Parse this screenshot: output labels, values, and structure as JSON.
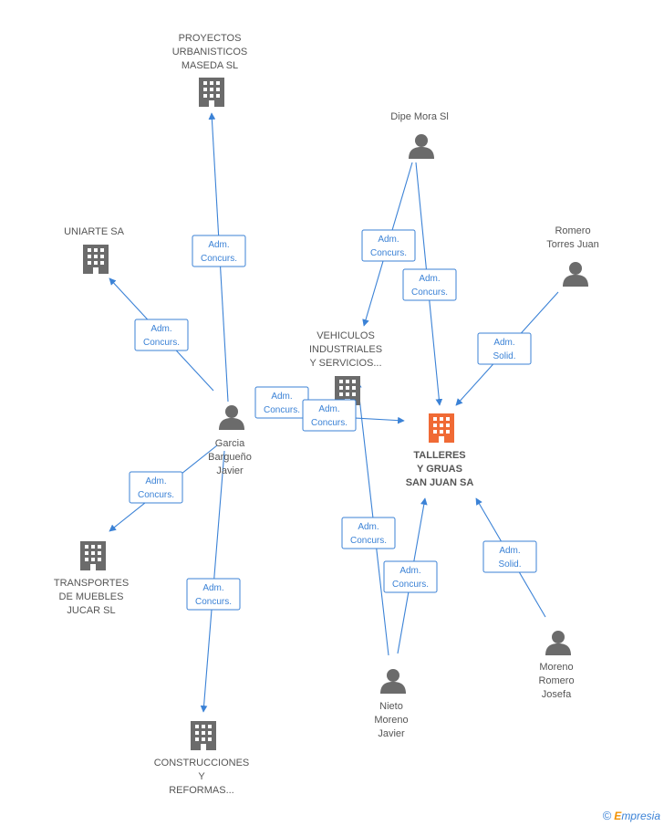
{
  "colors": {
    "edge": "#3b82d6",
    "company_icon": "#6b6b6b",
    "person_icon": "#6b6b6b",
    "focus_icon": "#f06a35",
    "label": "#555555"
  },
  "nodes": [
    {
      "id": "proyectos",
      "type": "company",
      "lines": [
        "PROYECTOS",
        "URBANISTICOS",
        "MASEDA SL"
      ],
      "focus": false
    },
    {
      "id": "dipe",
      "type": "person",
      "lines": [
        "Dipe Mora Sl"
      ],
      "focus": false
    },
    {
      "id": "uniarte",
      "type": "company",
      "lines": [
        "UNIARTE SA"
      ],
      "focus": false
    },
    {
      "id": "romero",
      "type": "person",
      "lines": [
        "Romero",
        "Torres Juan"
      ],
      "focus": false
    },
    {
      "id": "vehiculos",
      "type": "company",
      "lines": [
        "VEHICULOS",
        "INDUSTRIALES",
        "Y SERVICIOS..."
      ],
      "focus": false
    },
    {
      "id": "garcia",
      "type": "person",
      "lines": [
        "Garcia",
        "Bargueño",
        "Javier"
      ],
      "focus": false
    },
    {
      "id": "talleres",
      "type": "company",
      "lines": [
        "TALLERES",
        "Y GRUAS",
        "SAN JUAN SA"
      ],
      "focus": true
    },
    {
      "id": "transportes",
      "type": "company",
      "lines": [
        "TRANSPORTES",
        "DE MUEBLES",
        "JUCAR SL"
      ],
      "focus": false
    },
    {
      "id": "moreno",
      "type": "person",
      "lines": [
        "Moreno",
        "Romero",
        "Josefa"
      ],
      "focus": false
    },
    {
      "id": "nieto",
      "type": "person",
      "lines": [
        "Nieto",
        "Moreno",
        "Javier"
      ],
      "focus": false
    },
    {
      "id": "construcciones",
      "type": "company",
      "lines": [
        "CONSTRUCCIONES",
        "Y",
        "REFORMAS..."
      ],
      "focus": false
    }
  ],
  "edges": [
    {
      "from": "garcia",
      "to": "proyectos",
      "lines": [
        "Adm.",
        "Concurs."
      ]
    },
    {
      "from": "garcia",
      "to": "uniarte",
      "lines": [
        "Adm.",
        "Concurs."
      ]
    },
    {
      "from": "garcia",
      "to": "talleres",
      "lines": [
        "Adm.",
        "Concurs."
      ]
    },
    {
      "from": "garcia",
      "to": "transportes",
      "lines": [
        "Adm.",
        "Concurs."
      ]
    },
    {
      "from": "garcia",
      "to": "construcciones",
      "lines": [
        "Adm.",
        "Concurs."
      ]
    },
    {
      "from": "dipe",
      "to": "vehiculos",
      "lines": [
        "Adm.",
        "Concurs."
      ]
    },
    {
      "from": "dipe",
      "to": "talleres",
      "lines": [
        "Adm.",
        "Concurs."
      ]
    },
    {
      "from": "romero",
      "to": "talleres",
      "lines": [
        "Adm.",
        "Solid."
      ]
    },
    {
      "from": "nieto",
      "to": "vehiculos",
      "lines": [
        "Adm.",
        "Concurs."
      ]
    },
    {
      "from": "nieto",
      "to": "talleres",
      "lines": [
        "Adm.",
        "Concurs."
      ]
    },
    {
      "from": "moreno",
      "to": "talleres",
      "lines": [
        "Adm.",
        "Solid."
      ]
    }
  ],
  "footer": {
    "copyright": "©",
    "brand_first": "E",
    "brand_rest": "mpresia"
  }
}
